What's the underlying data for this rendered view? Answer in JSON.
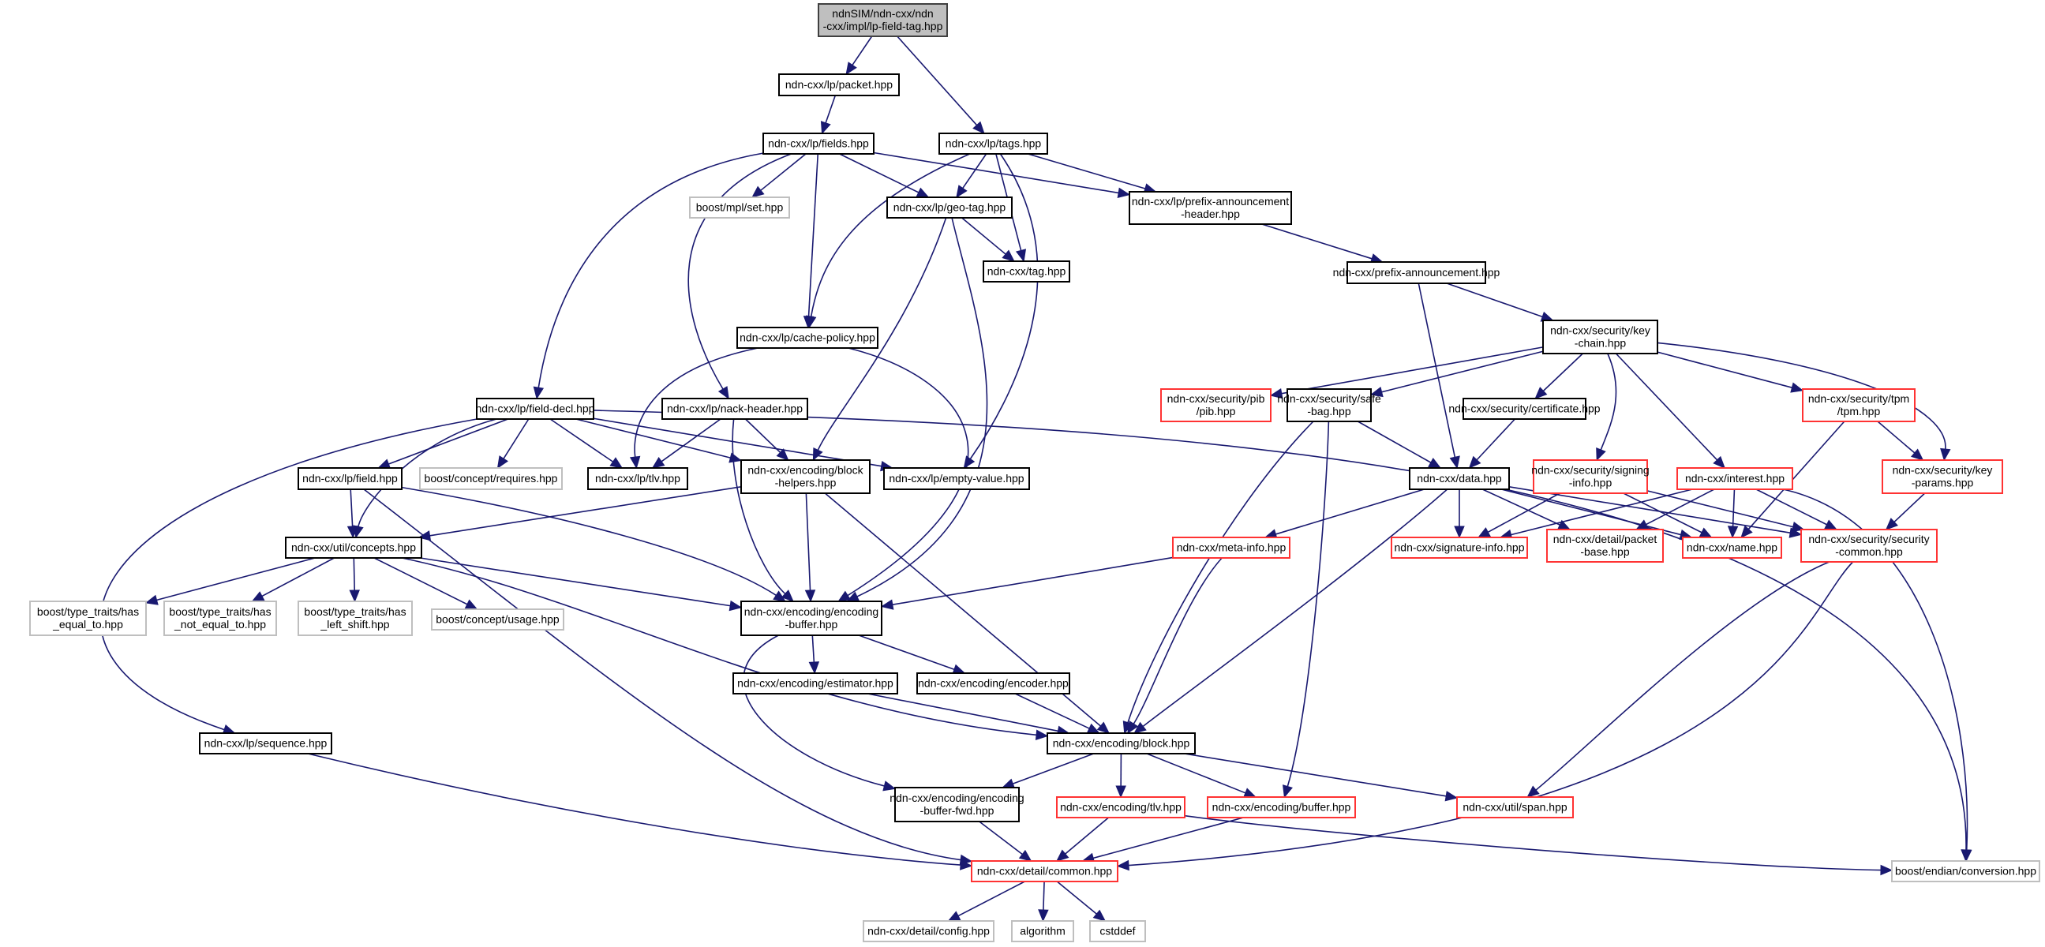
{
  "title": "Include dependency graph for ndnSIM/ndn-cxx/ndn-cxx/impl/lp-field-tag.hpp",
  "colors": {
    "edge": "#191970",
    "root_fill": "#bfbfbf",
    "normal_border": "#000000",
    "external_border": "#bfbfbf",
    "truncated_border": "#ff3333"
  },
  "nodes": [
    {
      "id": "root",
      "kind": "root",
      "lines": [
        "ndnSIM/ndn-cxx/ndn",
        "-cxx/impl/lp-field-tag.hpp"
      ]
    },
    {
      "id": "packet",
      "kind": "normal",
      "lines": [
        "ndn-cxx/lp/packet.hpp"
      ]
    },
    {
      "id": "fields",
      "kind": "normal",
      "lines": [
        "ndn-cxx/lp/fields.hpp"
      ]
    },
    {
      "id": "tags",
      "kind": "normal",
      "lines": [
        "ndn-cxx/lp/tags.hpp"
      ]
    },
    {
      "id": "mplset",
      "kind": "external",
      "lines": [
        "boost/mpl/set.hpp"
      ]
    },
    {
      "id": "geotag",
      "kind": "normal",
      "lines": [
        "ndn-cxx/lp/geo-tag.hpp"
      ]
    },
    {
      "id": "pahdr",
      "kind": "normal",
      "lines": [
        "ndn-cxx/lp/prefix-announcement",
        "-header.hpp"
      ]
    },
    {
      "id": "tag",
      "kind": "normal",
      "lines": [
        "ndn-cxx/tag.hpp"
      ]
    },
    {
      "id": "pa",
      "kind": "normal",
      "lines": [
        "ndn-cxx/prefix-announcement.hpp"
      ]
    },
    {
      "id": "cachepolicy",
      "kind": "normal",
      "lines": [
        "ndn-cxx/lp/cache-policy.hpp"
      ]
    },
    {
      "id": "keychain",
      "kind": "normal",
      "lines": [
        "ndn-cxx/security/key",
        "-chain.hpp"
      ]
    },
    {
      "id": "fielddecl",
      "kind": "normal",
      "lines": [
        "ndn-cxx/lp/field-decl.hpp"
      ]
    },
    {
      "id": "nackheader",
      "kind": "normal",
      "lines": [
        "ndn-cxx/lp/nack-header.hpp"
      ]
    },
    {
      "id": "pib",
      "kind": "truncated",
      "lines": [
        "ndn-cxx/security/pib",
        "/pib.hpp"
      ]
    },
    {
      "id": "safebag",
      "kind": "normal",
      "lines": [
        "ndn-cxx/security/safe",
        "-bag.hpp"
      ]
    },
    {
      "id": "certificate",
      "kind": "normal",
      "lines": [
        "ndn-cxx/security/certificate.hpp"
      ]
    },
    {
      "id": "tpm",
      "kind": "truncated",
      "lines": [
        "ndn-cxx/security/tpm",
        "/tpm.hpp"
      ]
    },
    {
      "id": "field",
      "kind": "normal",
      "lines": [
        "ndn-cxx/lp/field.hpp"
      ]
    },
    {
      "id": "requires",
      "kind": "external",
      "lines": [
        "boost/concept/requires.hpp"
      ]
    },
    {
      "id": "lptlv",
      "kind": "normal",
      "lines": [
        "ndn-cxx/lp/tlv.hpp"
      ]
    },
    {
      "id": "blockhelpers",
      "kind": "normal",
      "lines": [
        "ndn-cxx/encoding/block",
        "-helpers.hpp"
      ]
    },
    {
      "id": "emptyvalue",
      "kind": "normal",
      "lines": [
        "ndn-cxx/lp/empty-value.hpp"
      ]
    },
    {
      "id": "data",
      "kind": "normal",
      "lines": [
        "ndn-cxx/data.hpp"
      ]
    },
    {
      "id": "signinginfo",
      "kind": "truncated",
      "lines": [
        "ndn-cxx/security/signing",
        "-info.hpp"
      ]
    },
    {
      "id": "interest",
      "kind": "truncated",
      "lines": [
        "ndn-cxx/interest.hpp"
      ]
    },
    {
      "id": "keyparams",
      "kind": "truncated",
      "lines": [
        "ndn-cxx/security/key",
        "-params.hpp"
      ]
    },
    {
      "id": "concepts",
      "kind": "normal",
      "lines": [
        "ndn-cxx/util/concepts.hpp"
      ]
    },
    {
      "id": "metainfo",
      "kind": "truncated",
      "lines": [
        "ndn-cxx/meta-info.hpp"
      ]
    },
    {
      "id": "signatureinfo",
      "kind": "truncated",
      "lines": [
        "ndn-cxx/signature-info.hpp"
      ]
    },
    {
      "id": "packetbase",
      "kind": "truncated",
      "lines": [
        "ndn-cxx/detail/packet",
        "-base.hpp"
      ]
    },
    {
      "id": "name",
      "kind": "truncated",
      "lines": [
        "ndn-cxx/name.hpp"
      ]
    },
    {
      "id": "seccommon",
      "kind": "truncated",
      "lines": [
        "ndn-cxx/security/security",
        "-common.hpp"
      ]
    },
    {
      "id": "hasequal",
      "kind": "external",
      "lines": [
        "boost/type_traits/has",
        "_equal_to.hpp"
      ]
    },
    {
      "id": "hasnotequal",
      "kind": "external",
      "lines": [
        "boost/type_traits/has",
        "_not_equal_to.hpp"
      ]
    },
    {
      "id": "hasleftshift",
      "kind": "external",
      "lines": [
        "boost/type_traits/has",
        "_left_shift.hpp"
      ]
    },
    {
      "id": "usage",
      "kind": "external",
      "lines": [
        "boost/concept/usage.hpp"
      ]
    },
    {
      "id": "encbuffer",
      "kind": "normal",
      "lines": [
        "ndn-cxx/encoding/encoding",
        "-buffer.hpp"
      ]
    },
    {
      "id": "estimator",
      "kind": "normal",
      "lines": [
        "ndn-cxx/encoding/estimator.hpp"
      ]
    },
    {
      "id": "encoder",
      "kind": "normal",
      "lines": [
        "ndn-cxx/encoding/encoder.hpp"
      ]
    },
    {
      "id": "sequence",
      "kind": "normal",
      "lines": [
        "ndn-cxx/lp/sequence.hpp"
      ]
    },
    {
      "id": "block",
      "kind": "normal",
      "lines": [
        "ndn-cxx/encoding/block.hpp"
      ]
    },
    {
      "id": "bufferfwd",
      "kind": "normal",
      "lines": [
        "ndn-cxx/encoding/encoding",
        "-buffer-fwd.hpp"
      ]
    },
    {
      "id": "enctlv",
      "kind": "truncated",
      "lines": [
        "ndn-cxx/encoding/tlv.hpp"
      ]
    },
    {
      "id": "encbuf",
      "kind": "truncated",
      "lines": [
        "ndn-cxx/encoding/buffer.hpp"
      ]
    },
    {
      "id": "span",
      "kind": "truncated",
      "lines": [
        "ndn-cxx/util/span.hpp"
      ]
    },
    {
      "id": "common",
      "kind": "truncated",
      "lines": [
        "ndn-cxx/detail/common.hpp"
      ]
    },
    {
      "id": "endian",
      "kind": "external",
      "lines": [
        "boost/endian/conversion.hpp"
      ]
    },
    {
      "id": "config",
      "kind": "external",
      "lines": [
        "ndn-cxx/detail/config.hpp"
      ]
    },
    {
      "id": "algorithm",
      "kind": "external",
      "lines": [
        "algorithm"
      ]
    },
    {
      "id": "cstddef",
      "kind": "external",
      "lines": [
        "cstddef"
      ]
    }
  ],
  "edges": [
    [
      "root",
      "packet"
    ],
    [
      "root",
      "tags"
    ],
    [
      "packet",
      "fields"
    ],
    [
      "fields",
      "mplset"
    ],
    [
      "fields",
      "geotag"
    ],
    [
      "fields",
      "pahdr"
    ],
    [
      "fields",
      "cachepolicy"
    ],
    [
      "fields",
      "fielddecl"
    ],
    [
      "fields",
      "nackheader"
    ],
    [
      "tags",
      "geotag"
    ],
    [
      "tags",
      "pahdr"
    ],
    [
      "tags",
      "tag"
    ],
    [
      "tags",
      "cachepolicy"
    ],
    [
      "tags",
      "emptyvalue"
    ],
    [
      "geotag",
      "tag"
    ],
    [
      "geotag",
      "blockhelpers"
    ],
    [
      "geotag",
      "encbuffer"
    ],
    [
      "pahdr",
      "pa"
    ],
    [
      "pa",
      "keychain"
    ],
    [
      "pa",
      "data"
    ],
    [
      "cachepolicy",
      "lptlv"
    ],
    [
      "cachepolicy",
      "encbuffer"
    ],
    [
      "keychain",
      "pib"
    ],
    [
      "keychain",
      "safebag"
    ],
    [
      "keychain",
      "certificate"
    ],
    [
      "keychain",
      "signinginfo"
    ],
    [
      "keychain",
      "interest"
    ],
    [
      "keychain",
      "tpm"
    ],
    [
      "keychain",
      "keyparams"
    ],
    [
      "fielddecl",
      "field"
    ],
    [
      "fielddecl",
      "requires"
    ],
    [
      "fielddecl",
      "lptlv"
    ],
    [
      "fielddecl",
      "blockhelpers"
    ],
    [
      "fielddecl",
      "emptyvalue"
    ],
    [
      "fielddecl",
      "concepts"
    ],
    [
      "fielddecl",
      "sequence"
    ],
    [
      "fielddecl",
      "endian"
    ],
    [
      "nackheader",
      "lptlv"
    ],
    [
      "nackheader",
      "blockhelpers"
    ],
    [
      "nackheader",
      "encbuffer"
    ],
    [
      "safebag",
      "data"
    ],
    [
      "safebag",
      "block"
    ],
    [
      "safebag",
      "encbuf"
    ],
    [
      "certificate",
      "data"
    ],
    [
      "tpm",
      "name"
    ],
    [
      "tpm",
      "keyparams"
    ],
    [
      "field",
      "concepts"
    ],
    [
      "field",
      "encbuffer"
    ],
    [
      "field",
      "common"
    ],
    [
      "blockhelpers",
      "concepts"
    ],
    [
      "blockhelpers",
      "encbuffer"
    ],
    [
      "blockhelpers",
      "block"
    ],
    [
      "data",
      "metainfo"
    ],
    [
      "data",
      "signatureinfo"
    ],
    [
      "data",
      "packetbase"
    ],
    [
      "data",
      "name"
    ],
    [
      "data",
      "seccommon"
    ],
    [
      "data",
      "block"
    ],
    [
      "signinginfo",
      "signatureinfo"
    ],
    [
      "signinginfo",
      "name"
    ],
    [
      "signinginfo",
      "seccommon"
    ],
    [
      "interest",
      "signatureinfo"
    ],
    [
      "interest",
      "packetbase"
    ],
    [
      "interest",
      "name"
    ],
    [
      "interest",
      "seccommon"
    ],
    [
      "interest",
      "endian"
    ],
    [
      "keyparams",
      "seccommon"
    ],
    [
      "concepts",
      "hasequal"
    ],
    [
      "concepts",
      "hasnotequal"
    ],
    [
      "concepts",
      "hasleftshift"
    ],
    [
      "concepts",
      "usage"
    ],
    [
      "concepts",
      "encbuffer"
    ],
    [
      "concepts",
      "block"
    ],
    [
      "metainfo",
      "encbuffer"
    ],
    [
      "metainfo",
      "block"
    ],
    [
      "seccommon",
      "span"
    ],
    [
      "seccommon",
      "common"
    ],
    [
      "encbuffer",
      "estimator"
    ],
    [
      "encbuffer",
      "encoder"
    ],
    [
      "encbuffer",
      "bufferfwd"
    ],
    [
      "estimator",
      "block"
    ],
    [
      "encoder",
      "block"
    ],
    [
      "sequence",
      "common"
    ],
    [
      "block",
      "bufferfwd"
    ],
    [
      "block",
      "enctlv"
    ],
    [
      "block",
      "encbuf"
    ],
    [
      "block",
      "span"
    ],
    [
      "bufferfwd",
      "common"
    ],
    [
      "enctlv",
      "common"
    ],
    [
      "enctlv",
      "endian"
    ],
    [
      "encbuf",
      "common"
    ],
    [
      "common",
      "config"
    ],
    [
      "common",
      "algorithm"
    ],
    [
      "common",
      "cstddef"
    ]
  ]
}
